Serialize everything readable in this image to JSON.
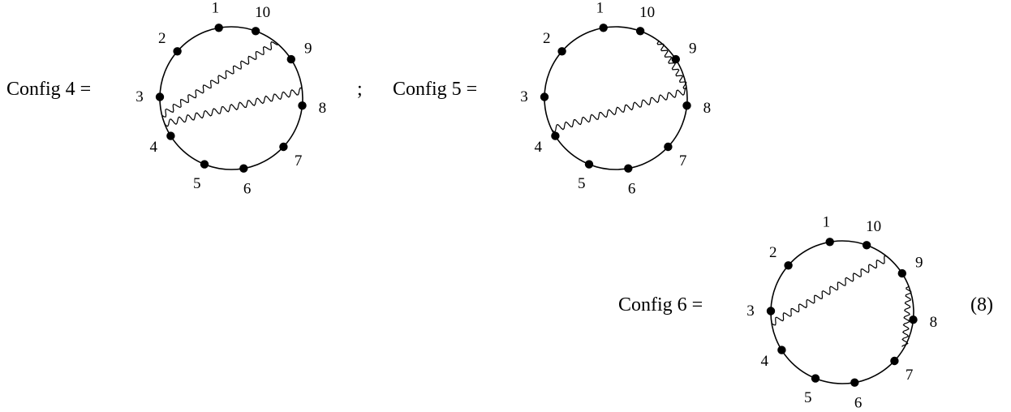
{
  "configs": [
    {
      "label": "Config 4 =",
      "points": [
        "1",
        "2",
        "3",
        "4",
        "5",
        "6",
        "7",
        "8",
        "9",
        "10"
      ]
    },
    {
      "label": "Config 5 =",
      "points": [
        "1",
        "2",
        "3",
        "4",
        "5",
        "6",
        "7",
        "8",
        "9",
        "10"
      ]
    },
    {
      "label": "Config 6 =",
      "points": [
        "1",
        "2",
        "3",
        "4",
        "5",
        "6",
        "7",
        "8",
        "9",
        "10"
      ]
    }
  ],
  "separator": ";",
  "equation_number": "(8)"
}
